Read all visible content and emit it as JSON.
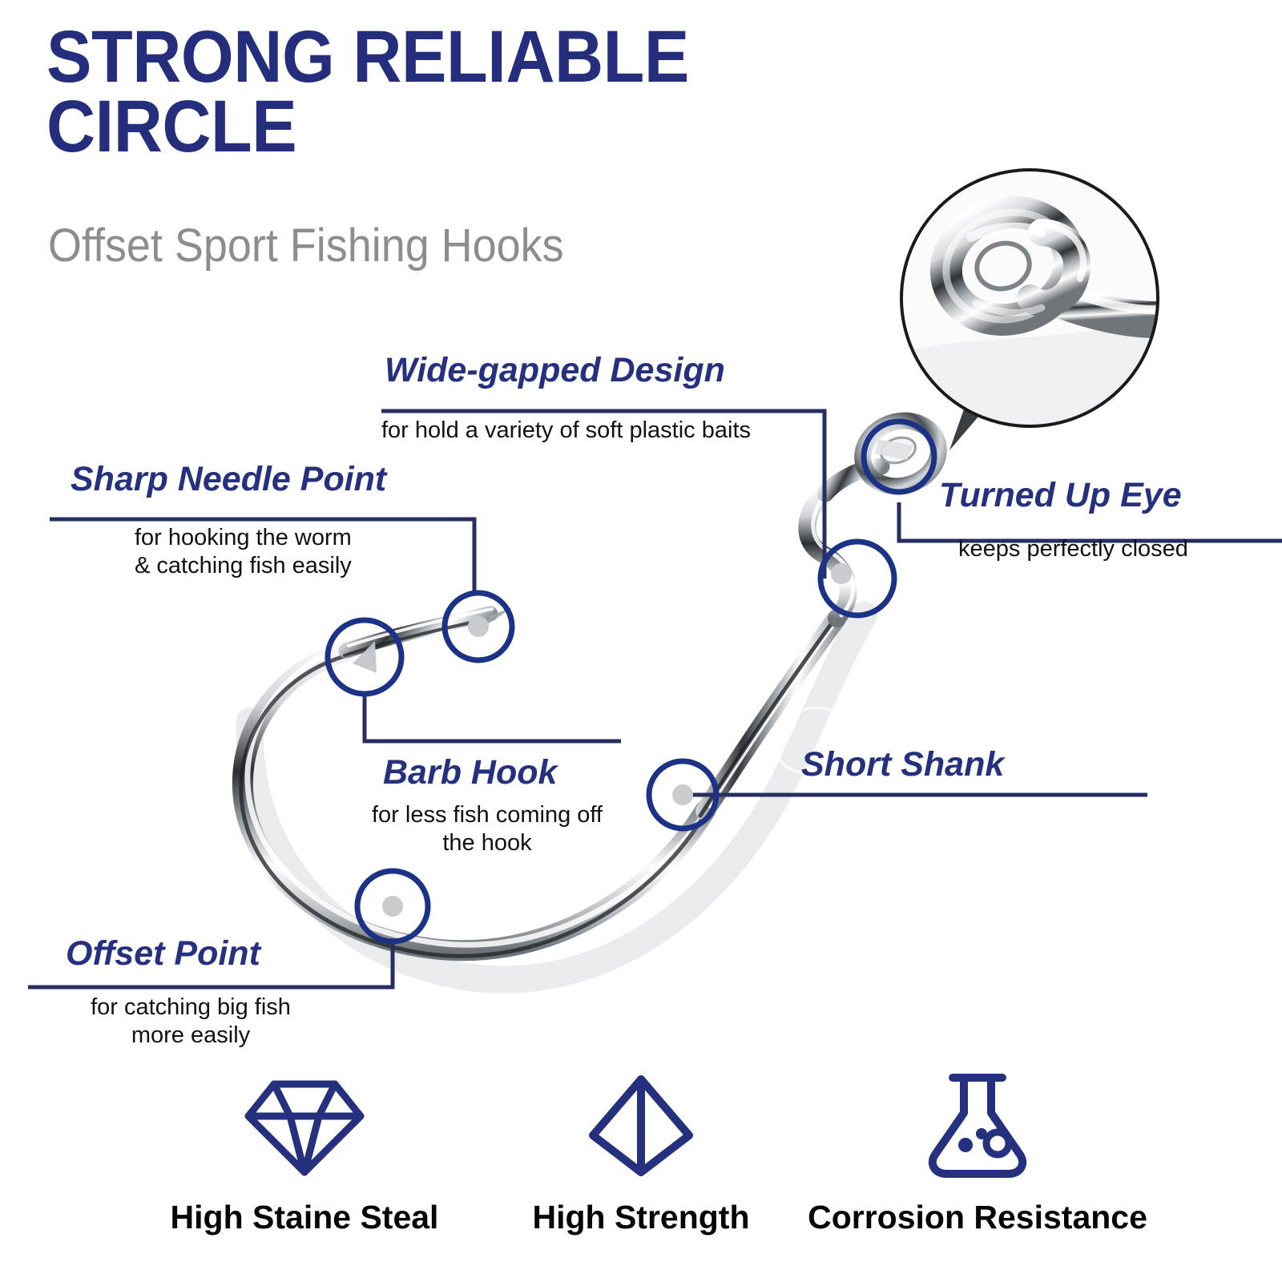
{
  "header": {
    "title_line1": "STRONG RELIABLE",
    "title_line2": "CIRCLE",
    "subtitle": "Offset Sport Fishing Hooks",
    "title_color": "#242e7d",
    "subtitle_color": "#8d8d8d"
  },
  "callouts": [
    {
      "id": "wide-gapped-design",
      "title": "Wide-gapped Design",
      "sub": "for hold a variety of soft plastic baits"
    },
    {
      "id": "sharp-needle-point",
      "title": "Sharp Needle Point",
      "sub_line1": "for hooking the worm",
      "sub_line2": "& catching fish easily"
    },
    {
      "id": "turned-up-eye",
      "title": "Turned Up Eye",
      "sub": "keeps perfectly closed"
    },
    {
      "id": "barb-hook",
      "title": "Barb Hook",
      "sub_line1": "for less fish coming off",
      "sub_line2": "the hook"
    },
    {
      "id": "short-shank",
      "title": "Short Shank",
      "sub": ""
    },
    {
      "id": "offset-point",
      "title": "Offset Point",
      "sub_line1": "for catching big fish",
      "sub_line2": "more easily"
    }
  ],
  "features": [
    {
      "id": "high-staine-steal",
      "icon": "diamond-icon",
      "label": "High Staine Steal"
    },
    {
      "id": "high-strength",
      "icon": "pyramid-icon",
      "label": "High Strength"
    },
    {
      "id": "corrosion-resistance",
      "icon": "flask-icon",
      "label": "Corrosion Resistance"
    }
  ],
  "graphic": {
    "product": "offset circle fishing hook",
    "magnifier_subject": "turned up eye close-up",
    "marker_color": "#1c3287",
    "leader_color": "#262f5e",
    "metal_color": "#b9bcc0"
  }
}
